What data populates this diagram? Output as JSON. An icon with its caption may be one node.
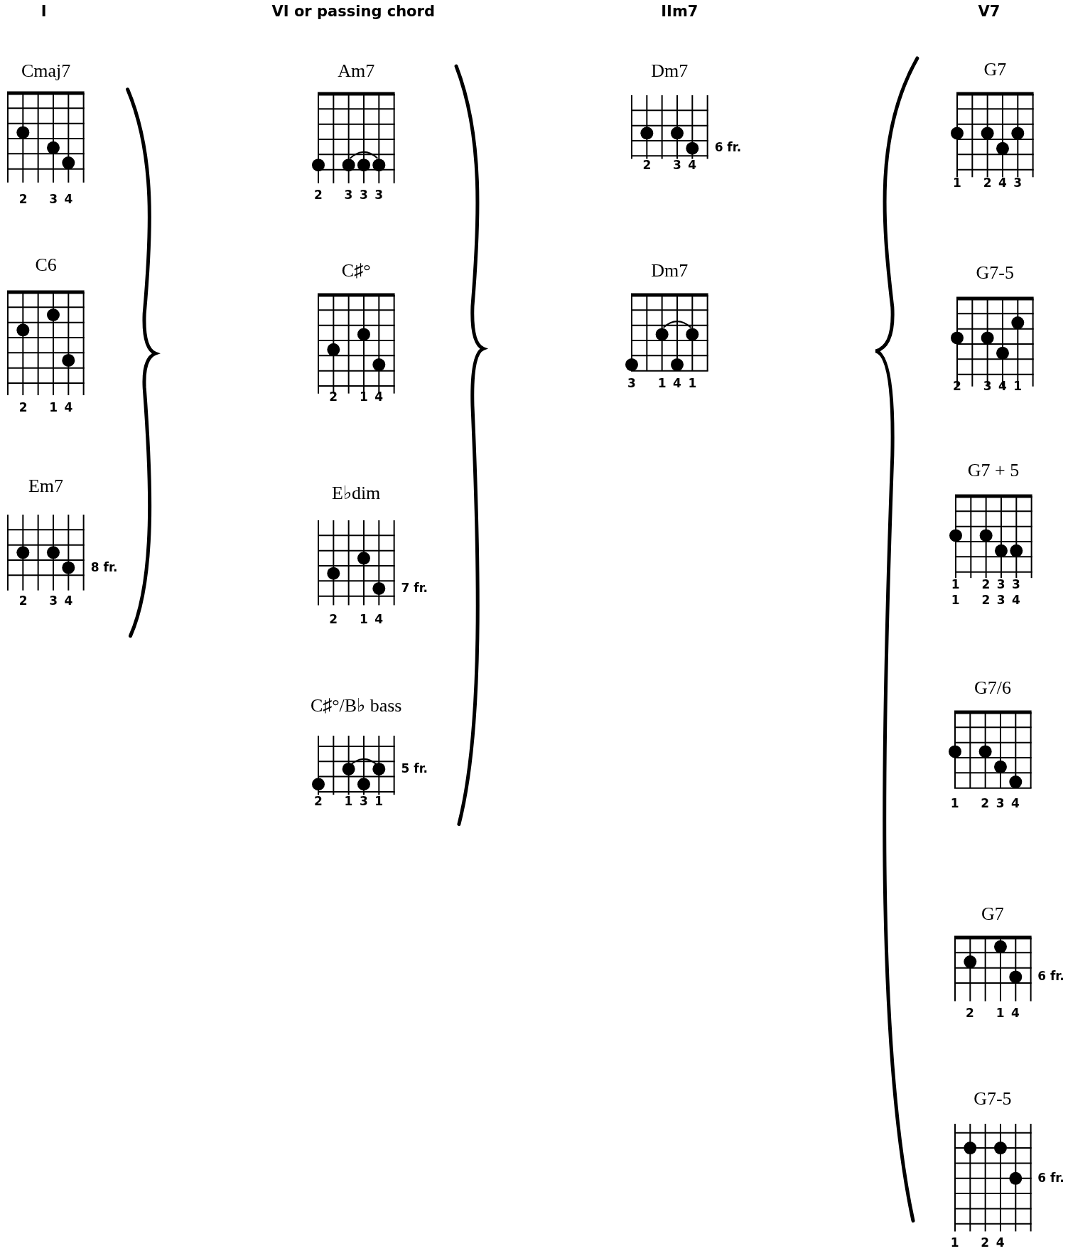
{
  "diagram": {
    "nodes": [
      {
        "text": [
          "Cmaj7",
          "2 3 4"
        ]
      },
      {
        "text": [
          "C6",
          "2 1 4"
        ]
      },
      {
        "text": [
          "Em7",
          "2 3 4"
        ],
        "beside": [
          "8 fr."
        ]
      },
      {
        "text": [
          "Am7",
          "2 3 3 3"
        ]
      },
      {
        "text": [
          "C♯°",
          "2 1 4"
        ]
      },
      {
        "text": [
          "E♭dim",
          "2 1 4"
        ],
        "beside": [
          "7 fr."
        ]
      },
      {
        "text": [
          "C♯°/B♭ bass",
          "2 1 3 1"
        ],
        "beside": [
          "5 fr."
        ]
      },
      {
        "text": [
          "Dm7",
          "2 3 4"
        ],
        "beside": [
          "6 fr."
        ]
      },
      {
        "text": [
          "Dm7",
          "3 1 4 1"
        ]
      },
      {
        "text": [
          "G7",
          "1 2 4 3"
        ]
      },
      {
        "text": [
          "G7-5",
          "2 3 4 1"
        ]
      },
      {
        "text": [
          "G7 + 5",
          "1 2 3 3",
          "1 2 3 4"
        ]
      },
      {
        "text": [
          "G7/6",
          "1 2 3 4"
        ]
      },
      {
        "text": [
          "G7",
          "2 1 4"
        ],
        "beside": [
          "6 fr."
        ]
      },
      {
        "text": [
          "G7-5",
          "1 2 4"
        ],
        "beside": [
          "6 fr."
        ]
      }
    ],
    "edges": [],
    "labels": [
      "I",
      "VI or passing chord",
      "IIm7",
      "V7"
    ]
  }
}
